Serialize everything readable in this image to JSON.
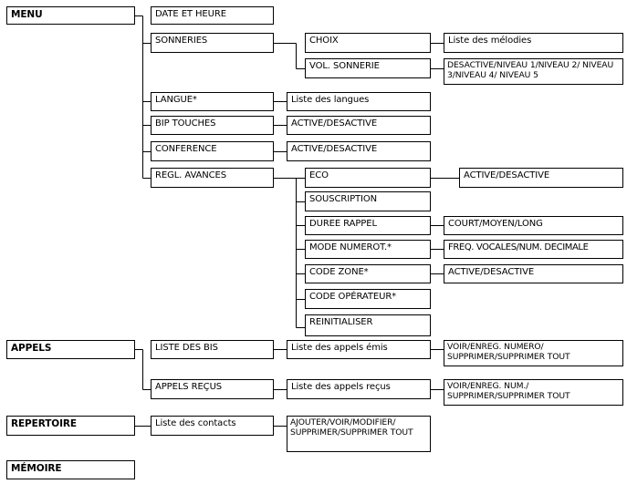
{
  "menu": {
    "root": "MENU",
    "date_heure": "DATE ET HEURE",
    "sonneries": "SONNERIES",
    "choix": "CHOIX",
    "liste_melodies": "Liste des mélodies",
    "vol_sonnerie": "VOL. SONNERIE",
    "vol_options": "DESACTIVE/NIVEAU 1/NIVEAU 2/ NIVEAU 3/NIVEAU 4/ NIVEAU 5",
    "langue": "LANGUE*",
    "liste_langues": "Liste des langues",
    "bip_touches": "BIP TOUCHES",
    "bip_options": "ACTIVE/DESACTIVE",
    "conference": "CONFERENCE",
    "conference_options": "ACTIVE/DESACTIVE",
    "regl_avances": "REGL. AVANCES",
    "eco": "ECO",
    "eco_options": "ACTIVE/DESACTIVE",
    "souscription": "SOUSCRIPTION",
    "duree_rappel": "DUREE RAPPEL",
    "duree_options": "COURT/MOYEN/LONG",
    "mode_numerot": "MODE NUMEROT.*",
    "mode_options": "FREQ. VOCALES/NUM. DECIMALE",
    "code_zone": "CODE ZONE*",
    "code_zone_options": "ACTIVE/DESACTIVE",
    "code_operateur": "CODE OPÉRATEUR*",
    "reinitialiser": "REINITIALISER"
  },
  "appels": {
    "root": "APPELS",
    "liste_bis": "LISTE DES BIS",
    "liste_emis": "Liste des appels émis",
    "emis_options": "VOIR/ENREG. NUMERO/ SUPPRIMER/SUPPRIMER TOUT",
    "appels_recus": "APPELS REÇUS",
    "liste_recus": "Liste des appels reçus",
    "recus_options": "VOIR/ENREG. NUM./ SUPPRIMER/SUPPRIMER TOUT"
  },
  "repertoire": {
    "root": "REPERTOIRE",
    "liste_contacts": "Liste des contacts",
    "contacts_options": "AJOUTER/VOIR/MODIFIER/ SUPPRIMER/SUPPRIMER TOUT"
  },
  "memoire": {
    "root": "MÉMOIRE"
  }
}
